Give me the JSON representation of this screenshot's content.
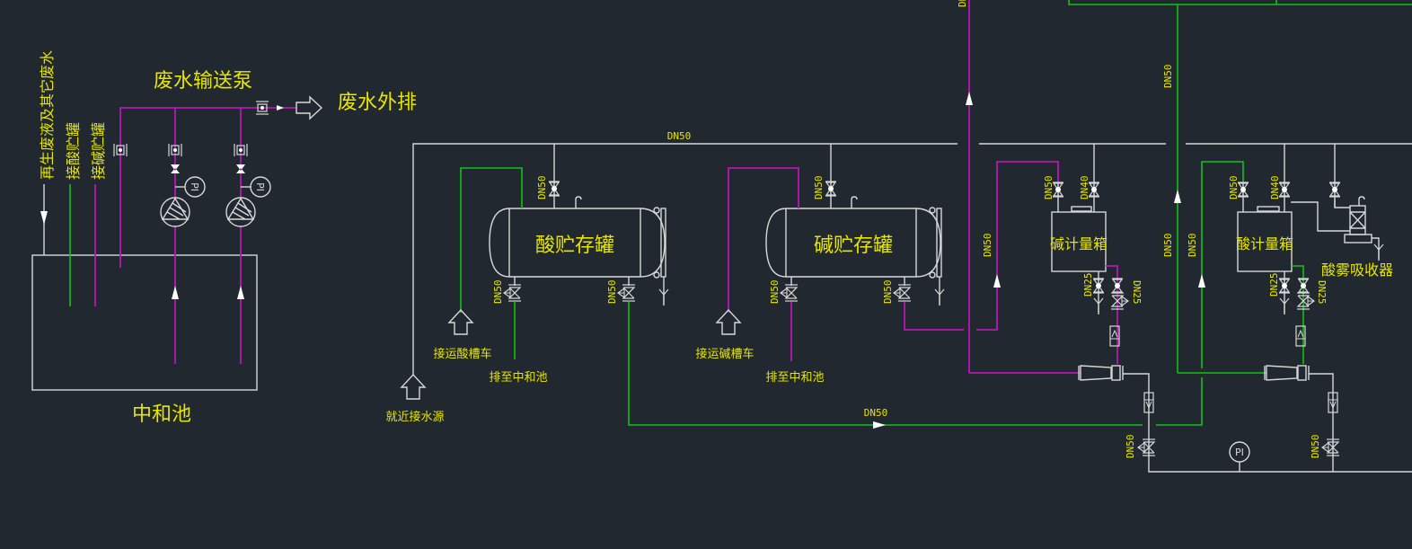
{
  "diagram": {
    "type": "P&ID process flow diagram",
    "colors": {
      "background": "#212830",
      "label": "#e6e600",
      "process_line": "#d8d8d8",
      "acid_line": "#12c212",
      "alkali_line": "#b418b4",
      "flow_arrow": "#ffffff"
    }
  },
  "neutralization": {
    "pool_label": "中和池",
    "pump_label": "废水输送泵",
    "discharge_label": "废水外排",
    "inlet_labels": [
      "再生废液及其它废水",
      "接酸贮罐",
      "接碱贮罐"
    ],
    "pi_label": "PI"
  },
  "acid_tank": {
    "label": "酸贮存罐",
    "inlet_label": "接运酸槽车",
    "drain_label": "排至中和池",
    "top_valve": "DN50",
    "bottom_valve_left": "DN50",
    "bottom_valve_right": "DN50"
  },
  "alkali_tank": {
    "label": "碱贮存罐",
    "inlet_label": "接运碱槽车",
    "drain_label": "排至中和池",
    "top_valve": "DN50",
    "bottom_valve_left": "DN50",
    "bottom_valve_right": "DN50"
  },
  "water_source": {
    "label": "就近接水源"
  },
  "header_line": {
    "size": "DN50"
  },
  "bottom_line": {
    "size": "DN50"
  },
  "alkali_meter": {
    "label": "碱计量箱",
    "inlet_valve": "DN50",
    "vent_valve": "DN40",
    "drain_valve": "DN25",
    "outlet_valve": "DN25",
    "feed_line": "DN50",
    "ejector_valve": "DN50"
  },
  "acid_meter": {
    "label": "酸计量箱",
    "inlet_valve": "DN50",
    "vent_valve": "DN40",
    "drain_valve": "DN25",
    "outlet_valve": "DN25",
    "feed_line_1": "DN50",
    "feed_line_2": "DN50",
    "top_line": "DN50",
    "ejector_valve": "DN50"
  },
  "fume_absorber": {
    "label": "酸雾吸收器"
  },
  "pressure_indicator": {
    "label": "PI"
  },
  "top_cut_label": "DN"
}
